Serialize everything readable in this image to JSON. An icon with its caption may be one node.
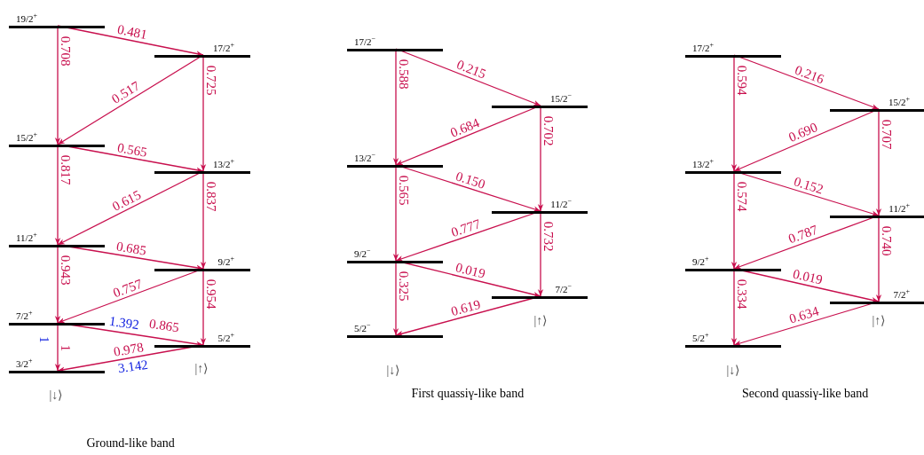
{
  "diagram": {
    "nodes": [
      {
        "text": [
          "19/2$^{+}$"
        ]
      },
      {
        "text": [
          "17/2$^{+}$"
        ]
      },
      {
        "text": [
          "15/2$^{+}$"
        ]
      },
      {
        "text": [
          "13/2$^{+}$"
        ]
      },
      {
        "text": [
          "11/2$^{+}$"
        ]
      },
      {
        "text": [
          "9/2$^{+}$"
        ]
      },
      {
        "text": [
          "7/2$^{+}$"
        ]
      },
      {
        "text": [
          "5/2$^{+}$"
        ]
      },
      {
        "text": [
          "3/2$^{+}$"
        ]
      },
      {
        "text": [
          "17/2$^{−}$"
        ]
      },
      {
        "text": [
          "15/2$^{−}$"
        ]
      },
      {
        "text": [
          "13/2$^{−}$"
        ]
      },
      {
        "text": [
          "11/2$^{−}$"
        ]
      },
      {
        "text": [
          "9/2$^{−}$"
        ]
      },
      {
        "text": [
          "7/2$^{−}$"
        ]
      },
      {
        "text": [
          "5/2$^{−}$"
        ]
      },
      {
        "text": [
          "17/2$^{+}$"
        ]
      },
      {
        "text": [
          "15/2$^{+}$"
        ]
      },
      {
        "text": [
          "13/2$^{+}$"
        ]
      },
      {
        "text": [
          "11/2$^{+}$"
        ]
      },
      {
        "text": [
          "9/2$^{+}$"
        ]
      },
      {
        "text": [
          "7/2$^{+}$"
        ]
      },
      {
        "text": [
          "5/2$^{+}$"
        ]
      }
    ],
    "edges": [
      {
        "from": 0,
        "to": 1,
        "arrow": "to",
        "label": "0.481"
      },
      {
        "from": 0,
        "to": 2,
        "arrow": "to",
        "label": "0.708"
      },
      {
        "from": 1,
        "to": 2,
        "arrow": "to",
        "label": "0.517"
      },
      {
        "from": 1,
        "to": 3,
        "arrow": "to",
        "label": "0.725"
      },
      {
        "from": 2,
        "to": 3,
        "arrow": "to",
        "label": "0.565"
      },
      {
        "from": 2,
        "to": 4,
        "arrow": "to",
        "label": "0.817"
      },
      {
        "from": 3,
        "to": 4,
        "arrow": "to",
        "label": "0.615"
      },
      {
        "from": 3,
        "to": 5,
        "arrow": "to",
        "label": "0.837"
      },
      {
        "from": 4,
        "to": 5,
        "arrow": "to",
        "label": "0.685"
      },
      {
        "from": 4,
        "to": 6,
        "arrow": "to",
        "label": "0.943"
      },
      {
        "from": 5,
        "to": 6,
        "arrow": "to",
        "label": "0.757"
      },
      {
        "from": 5,
        "to": 7,
        "arrow": "to",
        "label": "0.954"
      },
      {
        "from": 6,
        "to": 7,
        "arrow": "to",
        "label": "0.865"
      },
      {
        "from": 6,
        "to": 8,
        "arrow": "to",
        "label": "1"
      },
      {
        "from": 7,
        "to": 8,
        "arrow": "to",
        "label": "0.978"
      },
      {
        "from": 9,
        "to": 10,
        "arrow": "to",
        "label": "0.215"
      },
      {
        "from": 9,
        "to": 11,
        "arrow": "to",
        "label": "0.588"
      },
      {
        "from": 10,
        "to": 11,
        "arrow": "to",
        "label": "0.684"
      },
      {
        "from": 10,
        "to": 12,
        "arrow": "to",
        "label": "0.702"
      },
      {
        "from": 11,
        "to": 12,
        "arrow": "to",
        "label": "0.150"
      },
      {
        "from": 11,
        "to": 13,
        "arrow": "to",
        "label": "0.565"
      },
      {
        "from": 12,
        "to": 13,
        "arrow": "to",
        "label": "0.777"
      },
      {
        "from": 12,
        "to": 14,
        "arrow": "to",
        "label": "0.732"
      },
      {
        "from": 13,
        "to": 14,
        "arrow": "to",
        "label": "0.019"
      },
      {
        "from": 13,
        "to": 15,
        "arrow": "to",
        "label": "0.325"
      },
      {
        "from": 14,
        "to": 15,
        "arrow": "to",
        "label": "0.619"
      },
      {
        "from": 16,
        "to": 17,
        "arrow": "to",
        "label": "0.216"
      },
      {
        "from": 16,
        "to": 18,
        "arrow": "to",
        "label": "0.594"
      },
      {
        "from": 17,
        "to": 18,
        "arrow": "to",
        "label": "0.690"
      },
      {
        "from": 17,
        "to": 19,
        "arrow": "to",
        "label": "0.707"
      },
      {
        "from": 18,
        "to": 19,
        "arrow": "to",
        "label": "0.152"
      },
      {
        "from": 18,
        "to": 20,
        "arrow": "to",
        "label": "0.574"
      },
      {
        "from": 19,
        "to": 20,
        "arrow": "to",
        "label": "0.787"
      },
      {
        "from": 19,
        "to": 21,
        "arrow": "to",
        "label": "0.740"
      },
      {
        "from": 20,
        "to": 21,
        "arrow": "to",
        "label": "0.019"
      },
      {
        "from": 20,
        "to": 22,
        "arrow": "to",
        "label": "0.334"
      },
      {
        "from": 21,
        "to": 22,
        "arrow": "to",
        "label": "0.634"
      }
    ],
    "labels": [
      "1.392",
      "1",
      "3.142",
      "|↑⟩",
      "|↓⟩",
      "|↑⟩",
      "|↑⟩",
      "|↓⟩",
      "|↓⟩",
      "First quassiγ-like band",
      "Second quassiγ-like band",
      "Ground-like band"
    ]
  }
}
